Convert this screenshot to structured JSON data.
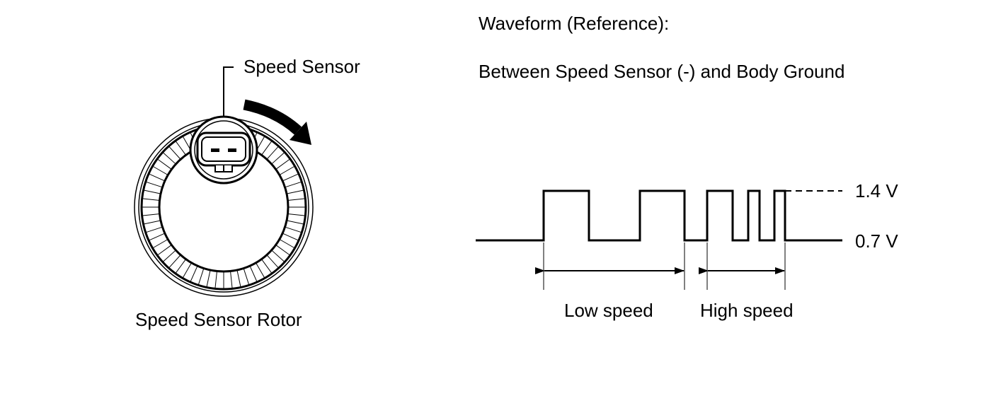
{
  "waveform": {
    "title": "Waveform (Reference):",
    "subtitle": "Between Speed Sensor (-) and Body Ground",
    "high_voltage": "1.4 V",
    "low_voltage": "0.7 V",
    "low_speed_label": "Low speed",
    "high_speed_label": "High speed"
  },
  "sensor": {
    "label": "Speed Sensor",
    "rotor_label": "Speed Sensor Rotor",
    "rotor_tooth_count": 60,
    "rotation_direction": "clockwise"
  }
}
